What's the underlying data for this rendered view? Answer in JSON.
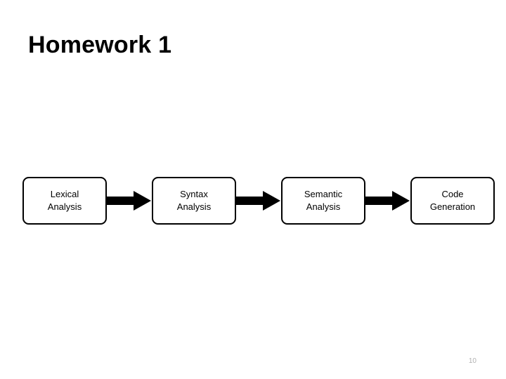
{
  "slide": {
    "title": "Homework 1",
    "page_number": "10",
    "accent_color": "#000000",
    "background_color": "#ffffff",
    "page_number_color": "#b0b0b0"
  },
  "diagram": {
    "name": "compiler-pipeline",
    "type": "flow",
    "stages": [
      {
        "label": "Lexical\nAnalysis"
      },
      {
        "label": "Syntax\nAnalysis"
      },
      {
        "label": "Semantic\nAnalysis"
      },
      {
        "label": "Code\nGeneration"
      }
    ],
    "connectors": [
      {
        "icon": "right-arrow-icon"
      },
      {
        "icon": "right-arrow-icon"
      },
      {
        "icon": "right-arrow-icon"
      }
    ]
  }
}
